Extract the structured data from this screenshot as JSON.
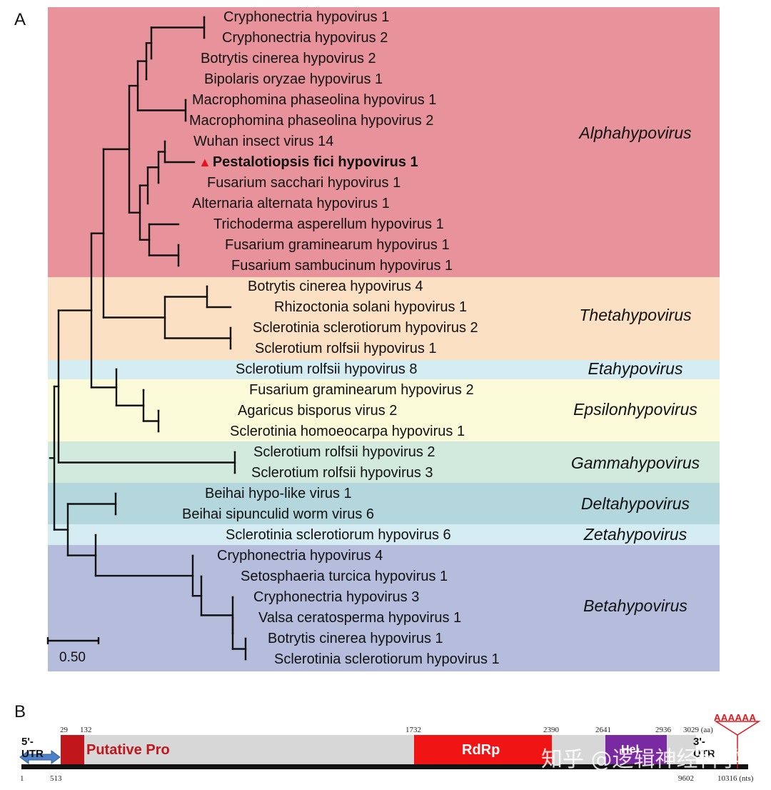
{
  "panel_labels": {
    "a": "A",
    "b": "B"
  },
  "clades": [
    {
      "name": "Alphahypovirus",
      "color": "#e8939c"
    },
    {
      "name": "Thetahypovirus",
      "color": "#fce0c3"
    },
    {
      "name": "Etahypovirus",
      "color": "#d5ecf3"
    },
    {
      "name": "Epsilonhypovirus",
      "color": "#fbfbd9"
    },
    {
      "name": "Gammahypovirus",
      "color": "#d2eadd"
    },
    {
      "name": "Deltahypovirus",
      "color": "#b4d7de"
    },
    {
      "name": "Zetahypovirus",
      "color": "#d5ecf3"
    },
    {
      "name": "Betahypovirus",
      "color": "#b6bcdc"
    }
  ],
  "taxa": [
    "Cryphonectria hypovirus 1",
    "Cryphonectria hypovirus 2",
    "Botrytis cinerea hypovirus 2",
    "Bipolaris oryzae hypovirus 1",
    "Macrophomina phaseolina hypovirus 1",
    "Macrophomina phaseolina hypovirus 2",
    "Wuhan insect virus 14",
    "Pestalotiopsis fici hypovirus 1",
    "Fusarium sacchari hypovirus 1",
    "Alternaria alternata hypovirus 1",
    "Trichoderma asperellum hypovirus 1",
    "Fusarium graminearum hypovirus 1",
    "Fusarium sambucinum hypovirus 1",
    "Botrytis cinerea hypovirus 4",
    "Rhizoctonia solani hypovirus 1",
    "Sclerotinia sclerotiorum hypovirus 2",
    "Sclerotium rolfsii hypovirus 1",
    "Sclerotium rolfsii hypovirus 8",
    "Fusarium graminearum hypovirus 2",
    "Agaricus bisporus virus 2",
    "Sclerotinia homoeocarpa hypovirus 1",
    "Sclerotium rolfsii hypovirus 2",
    "Sclerotium rolfsii hypovirus 3",
    "Beihai hypo-like virus 1",
    "Beihai sipunculid worm virus 6",
    "Sclerotinia sclerotiorum hypovirus 6",
    "Cryphonectria hypovirus 4",
    "Setosphaeria turcica hypovirus 1",
    "Cryphonectria hypovirus 3",
    "Valsa ceratosperma hypovirus 1",
    "Botrytis cinerea hypovirus 1",
    "Sclerotinia sclerotiorum hypovirus 1"
  ],
  "highlight": {
    "taxon": "Pestalotiopsis fici hypovirus 1",
    "marker": "▲",
    "marker_color": "#e8141a"
  },
  "scale_bar": {
    "label": "0.50",
    "value": 0.5
  },
  "genome": {
    "aa_positions": [
      {
        "key": "aa_29",
        "text": "29"
      },
      {
        "key": "aa_132",
        "text": "132"
      },
      {
        "key": "aa_1732",
        "text": "1732"
      },
      {
        "key": "aa_2390",
        "text": "2390"
      },
      {
        "key": "aa_2641",
        "text": "2641"
      },
      {
        "key": "aa_2936",
        "text": "2936"
      },
      {
        "key": "aa_3029",
        "text": "3029 (aa)"
      }
    ],
    "nt_positions": [
      {
        "key": "nt_1",
        "text": "1"
      },
      {
        "key": "nt_513",
        "text": "513"
      },
      {
        "key": "nt_9602",
        "text": "9602"
      },
      {
        "key": "nt_10316",
        "text": "10316 (nts)"
      }
    ],
    "domains": [
      {
        "name": "Putative Pro",
        "color": "#c0161c"
      },
      {
        "name": "RdRp",
        "color": "#f01414"
      },
      {
        "name": "Hel",
        "color": "#7a2aa0"
      }
    ],
    "utr5": "5'-UTR",
    "utr3": "3'-UTR",
    "polyA": "AAAAAA",
    "orf_color": "#d7d7d7"
  },
  "watermark": "知乎 @逻辑神经科学"
}
